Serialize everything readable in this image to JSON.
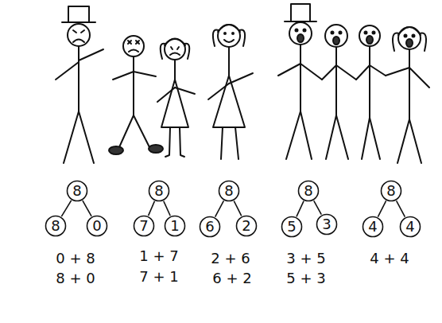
{
  "diagram": {
    "nodes": [
      {
        "text": [
          "8"
        ]
      },
      {
        "text": [
          "8"
        ]
      },
      {
        "text": [
          "0"
        ]
      },
      {
        "text": [
          "8"
        ]
      },
      {
        "text": [
          "7"
        ]
      },
      {
        "text": [
          "1"
        ]
      },
      {
        "text": [
          "8"
        ]
      },
      {
        "text": [
          "6"
        ]
      },
      {
        "text": [
          "2"
        ]
      },
      {
        "text": [
          "8"
        ]
      },
      {
        "text": [
          "5"
        ]
      },
      {
        "text": [
          "3"
        ]
      },
      {
        "text": [
          "8"
        ]
      },
      {
        "text": [
          "4"
        ]
      },
      {
        "text": [
          "4"
        ]
      }
    ],
    "edges": [
      {
        "from": 0,
        "to": 1,
        "arrow": "none"
      },
      {
        "from": 0,
        "to": 2,
        "arrow": "none"
      },
      {
        "from": 3,
        "to": 4,
        "arrow": "none"
      },
      {
        "from": 3,
        "to": 5,
        "arrow": "none"
      },
      {
        "from": 6,
        "to": 7,
        "arrow": "none"
      },
      {
        "from": 6,
        "to": 8,
        "arrow": "none"
      },
      {
        "from": 9,
        "to": 10,
        "arrow": "none"
      },
      {
        "from": 9,
        "to": 11,
        "arrow": "none"
      },
      {
        "from": 12,
        "to": 13,
        "arrow": "none"
      },
      {
        "from": 12,
        "to": 14,
        "arrow": "none"
      }
    ],
    "labels": [
      "0 + 8",
      "8 + 0",
      "1 + 7",
      "7 + 1",
      "2 + 6",
      "6 + 2",
      "3 + 5",
      "5 + 3",
      "4 + 4"
    ]
  }
}
